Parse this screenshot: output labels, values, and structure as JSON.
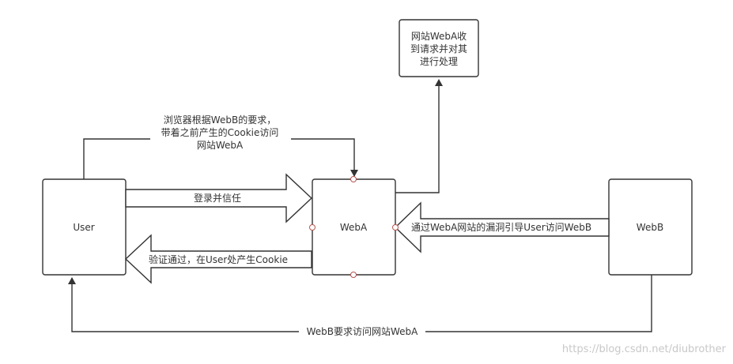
{
  "nodes": {
    "user": "User",
    "weba": "WebA",
    "webb": "WebB",
    "process": [
      "网站WebA收",
      "到请求并对其",
      "进行处理"
    ]
  },
  "edges": {
    "login": "登录并信任",
    "verify": "验证通过，在User处产生Cookie",
    "browser_request": [
      "浏览器根据WebB的要求，",
      "带着之前产生的Cookie访问",
      "网站WebA"
    ],
    "exploit": "通过WebA网站的漏洞引导User访问WebB",
    "webb_request": "WebB要求访问网站WebA"
  },
  "watermark": "https://blog.csdn.net/diubrother"
}
